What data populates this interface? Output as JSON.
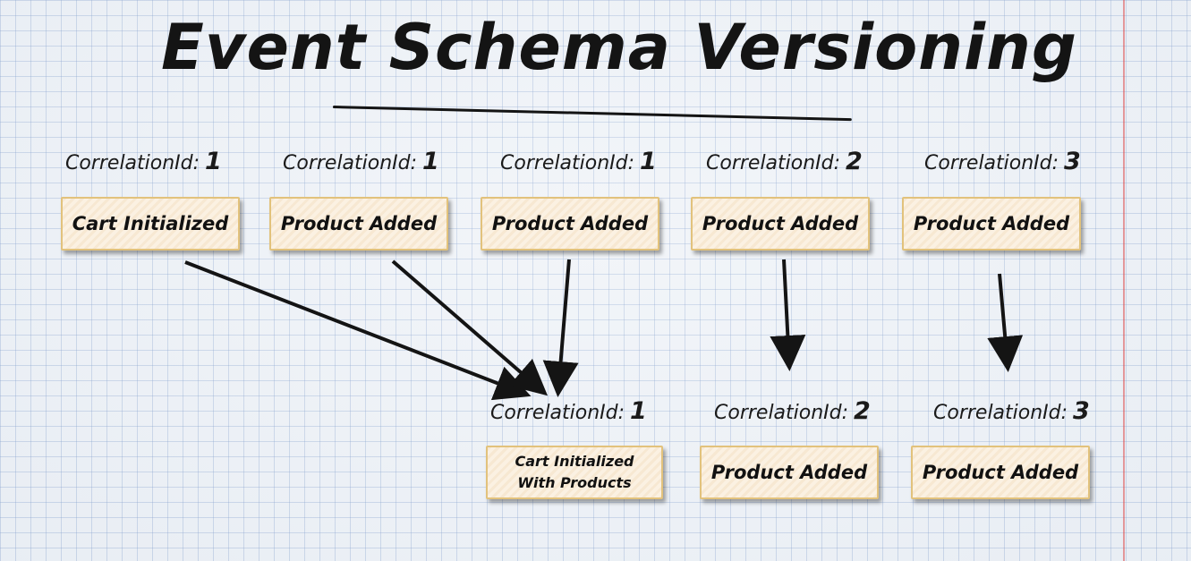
{
  "title": "Event Schema Versioning",
  "top_row": [
    {
      "label": "CorrelationId:",
      "id": "1",
      "event": "Cart Initialized"
    },
    {
      "label": "CorrelationId:",
      "id": "1",
      "event": "Product Added"
    },
    {
      "label": "CorrelationId:",
      "id": "1",
      "event": "Product Added"
    },
    {
      "label": "CorrelationId:",
      "id": "2",
      "event": "Product Added"
    },
    {
      "label": "CorrelationId:",
      "id": "3",
      "event": "Product Added"
    }
  ],
  "bottom_row": [
    {
      "label": "CorrelationId:",
      "id": "1",
      "event": "Cart Initialized\nWith Products"
    },
    {
      "label": "CorrelationId:",
      "id": "2",
      "event": "Product Added"
    },
    {
      "label": "CorrelationId:",
      "id": "3",
      "event": "Product Added"
    }
  ],
  "colors": {
    "card_background": "#fbf1e2",
    "card_border": "#e2c27c",
    "ink": "#141414",
    "margin_line": "#dc5050"
  }
}
